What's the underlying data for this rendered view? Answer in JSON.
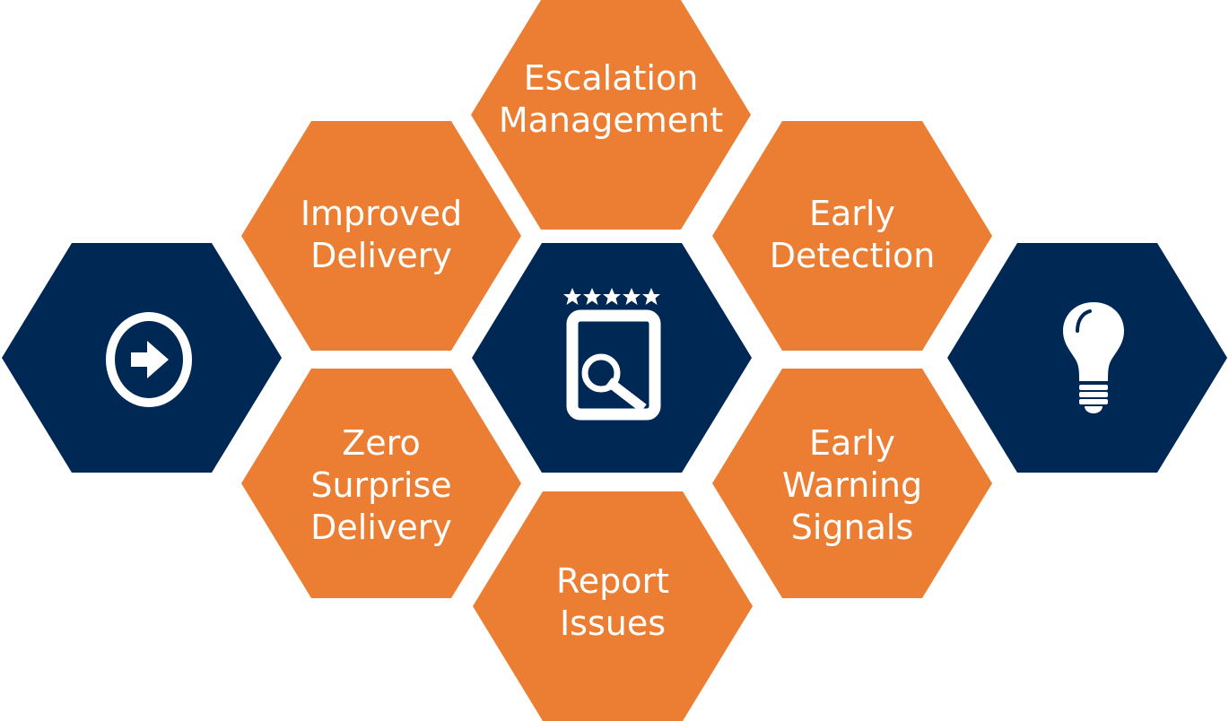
{
  "colors": {
    "orange": "#ec7e33",
    "navy": "#002855",
    "white": "#ffffff"
  },
  "hexagons": {
    "escalation": {
      "label": "Escalation\nManagement"
    },
    "improved": {
      "label": "Improved\nDelivery"
    },
    "early_detection": {
      "label": "Early\nDetection"
    },
    "zero_surprise": {
      "label": "Zero\nSurprise\nDelivery"
    },
    "early_warning": {
      "label": "Early\nWarning\nSignals"
    },
    "report": {
      "label": "Report\nIssues"
    },
    "left_icon": {
      "icon": "arrow-circle-right-icon"
    },
    "center_icon": {
      "icon": "star-rated-search-document-icon"
    },
    "right_icon": {
      "icon": "lightbulb-icon"
    }
  }
}
